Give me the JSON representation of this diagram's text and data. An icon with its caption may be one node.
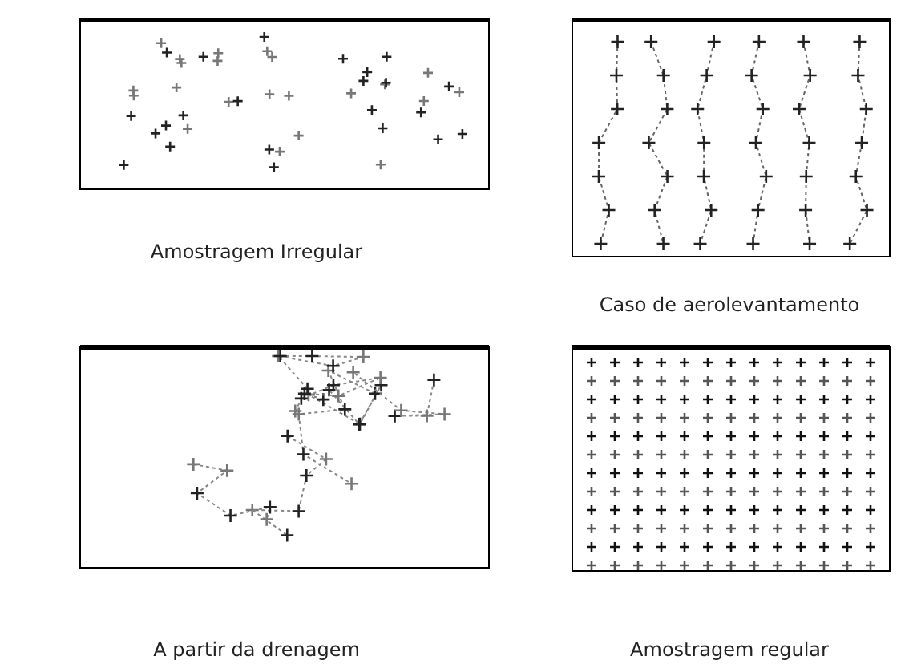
{
  "diagram": {
    "labels": [
      "Amostragem Irregular",
      "Caso de aerolevantamento",
      "A partir da drenagem",
      "Amostragem regular"
    ]
  }
}
